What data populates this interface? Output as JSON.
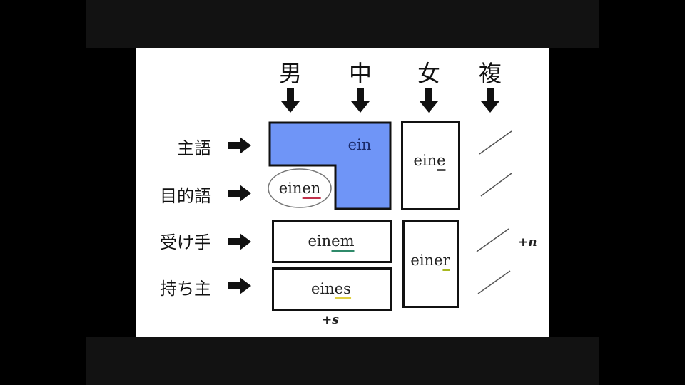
{
  "columns": [
    "男",
    "中",
    "女",
    "複"
  ],
  "rows": [
    "主語",
    "目的語",
    "受け手",
    "持ち主"
  ],
  "cells": {
    "masc_neut_nom": {
      "stem": "ein",
      "ending": ""
    },
    "masc_acc": {
      "stem": "ein",
      "ending": "en"
    },
    "fem_nom_acc": {
      "stem": "ein",
      "ending": "e"
    },
    "masc_neut_dat": {
      "stem": "ein",
      "ending": "em"
    },
    "masc_neut_gen": {
      "stem": "ein",
      "ending": "es"
    },
    "fem_dat_gen": {
      "stem": "eine",
      "ending": "r"
    }
  },
  "notes": {
    "genitive_suffix": "+s",
    "dative_plural_suffix": "+n"
  },
  "colors": {
    "highlight_fill": "#6f95f7",
    "en_underline": "#c0304a",
    "em_underline": "#2f8a6a",
    "r_underline": "#a8b820",
    "s_underline": "#e0d040",
    "e_underline": "#555555"
  }
}
